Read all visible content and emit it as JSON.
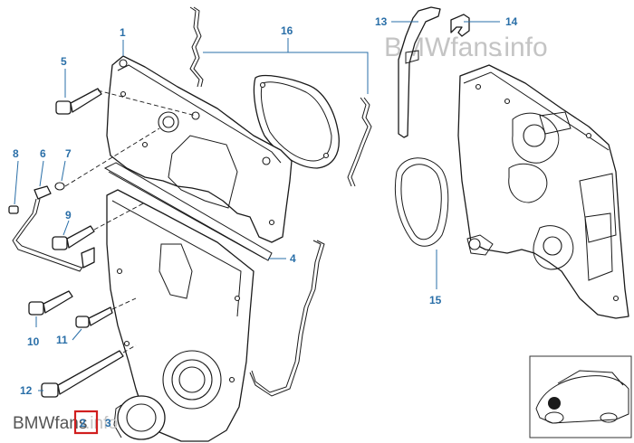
{
  "watermark": {
    "top_brand": "BMWfans",
    "top_suffix": ".info",
    "bottom_brand": "BMWfans",
    "bottom_suffix": ".info"
  },
  "callouts": [
    {
      "id": "1",
      "label": "1"
    },
    {
      "id": "3",
      "label": "3"
    },
    {
      "id": "4",
      "label": "4"
    },
    {
      "id": "5",
      "label": "5"
    },
    {
      "id": "6",
      "label": "6"
    },
    {
      "id": "7",
      "label": "7"
    },
    {
      "id": "8",
      "label": "8"
    },
    {
      "id": "9",
      "label": "9"
    },
    {
      "id": "10",
      "label": "10"
    },
    {
      "id": "11",
      "label": "11"
    },
    {
      "id": "12",
      "label": "12"
    },
    {
      "id": "13",
      "label": "13"
    },
    {
      "id": "14",
      "label": "14"
    },
    {
      "id": "15",
      "label": "15"
    },
    {
      "id": "16",
      "label": "16"
    },
    {
      "id": "2",
      "label": "2"
    }
  ],
  "highlight": {
    "callout": "2",
    "color": "#d11f1f"
  },
  "colors": {
    "callout": "#2a6fa8",
    "line": "#1a1a1a",
    "watermark": "#c4c4c4"
  }
}
